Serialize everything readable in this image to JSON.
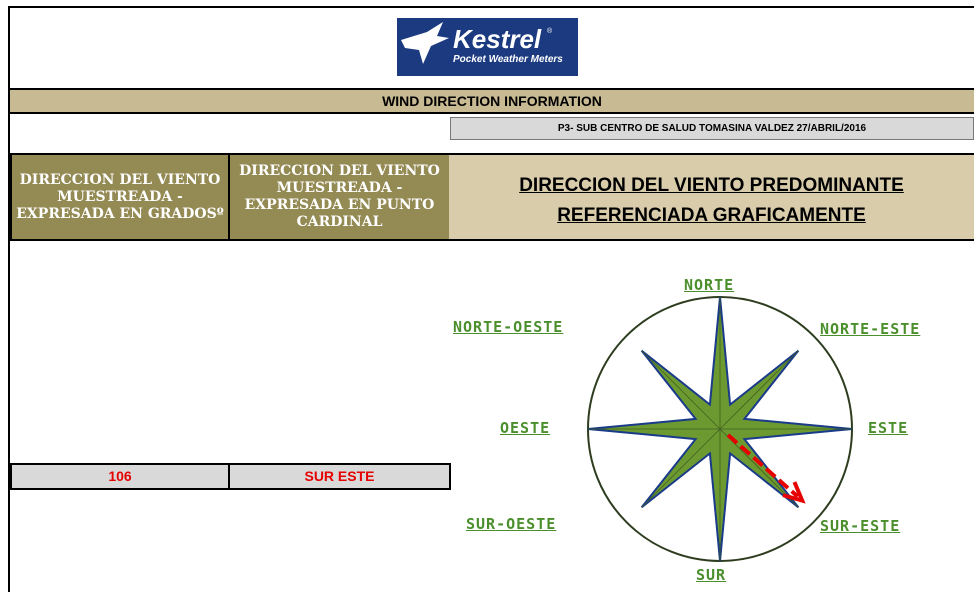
{
  "logo": {
    "brand": "Kestrel",
    "tagline": "Pocket Weather Meters",
    "reg_mark": "®"
  },
  "header": {
    "title": "WIND DIRECTION INFORMATION",
    "location": "P3- SUB CENTRO DE SALUD TOMASINA VALDEZ 27/ABRIL/2016"
  },
  "table": {
    "col1_header": "DIRECCION DEL VIENTO MUESTREADA - EXPRESADA EN GRADOSº",
    "col2_header": "DIRECCION DEL VIENTO MUESTREADA - EXPRESADA EN PUNTO CARDINAL",
    "col3_header_line1": "DIRECCION DEL VIENTO PREDOMINANTE",
    "col3_header_line2": "REFERENCIADA GRAFICAMENTE",
    "degrees_value": "106",
    "cardinal_value": "SUR ESTE"
  },
  "compass": {
    "north": "NORTE",
    "north_west": "NORTE-OESTE",
    "north_east": "NORTE-ESTE",
    "west": "OESTE",
    "east": "ESTE",
    "south_west": "SUR-OESTE",
    "south_east": "SUR-ESTE",
    "south": "SUR",
    "star_color": "#6d9a30",
    "star_outline": "#1a3a8a",
    "arrow_color": "#e60000",
    "wind_direction_degrees": 106
  }
}
